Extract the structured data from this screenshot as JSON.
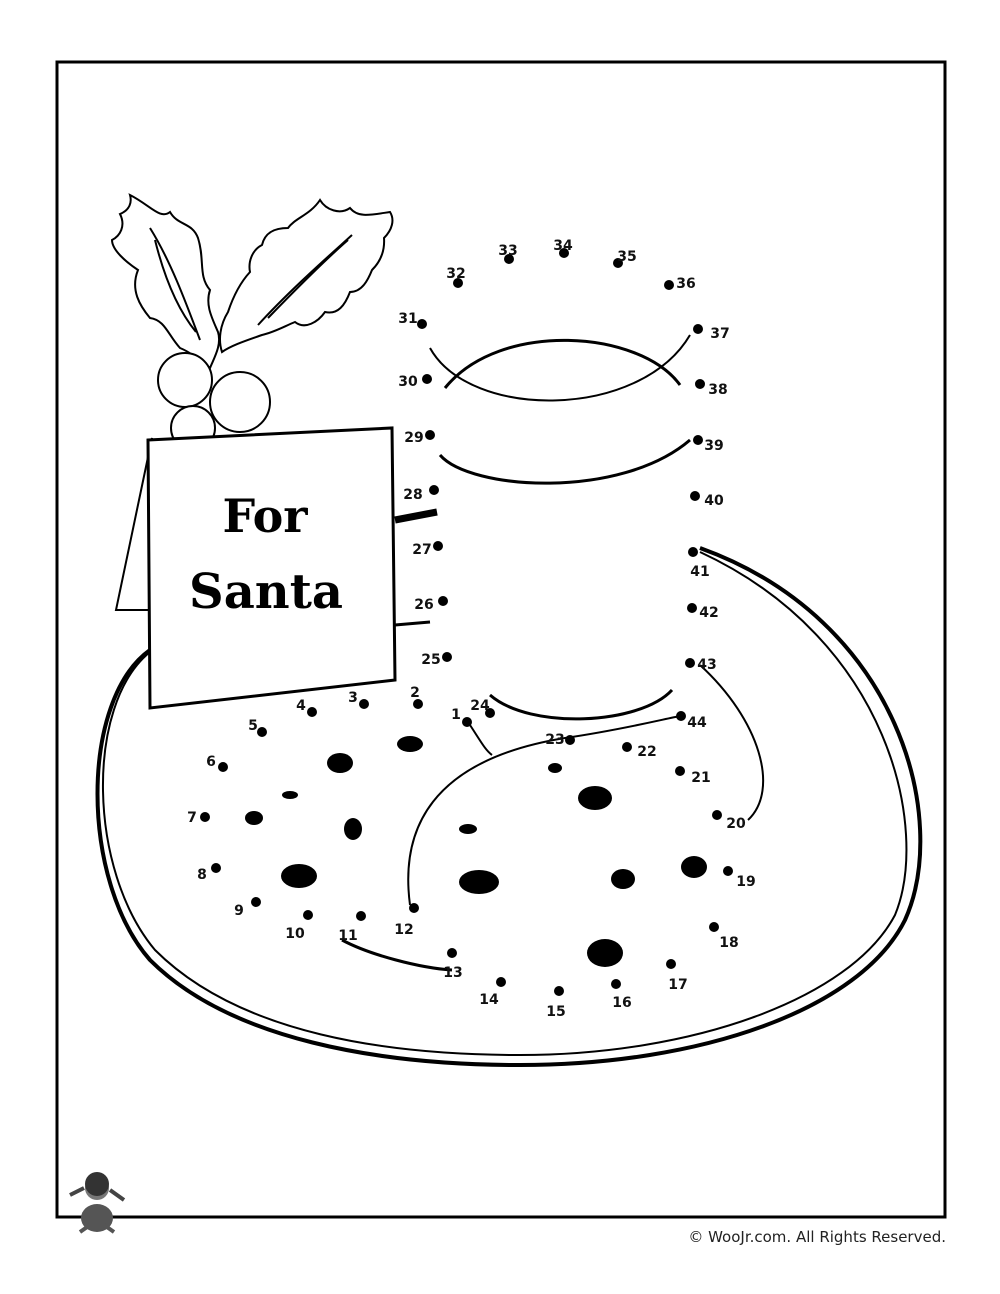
{
  "card": {
    "line1": "For",
    "line2": "Santa"
  },
  "copyright": "© WooJr.com. All Rights Reserved.",
  "dot_labels": [
    "1",
    "2",
    "3",
    "4",
    "5",
    "6",
    "7",
    "8",
    "9",
    "10",
    "11",
    "12",
    "13",
    "14",
    "15",
    "16",
    "17",
    "18",
    "19",
    "20",
    "21",
    "22",
    "23",
    "24",
    "25",
    "26",
    "27",
    "28",
    "29",
    "30",
    "31",
    "32",
    "33",
    "34",
    "35",
    "36",
    "37",
    "38",
    "39",
    "40",
    "41",
    "42",
    "43",
    "44"
  ]
}
